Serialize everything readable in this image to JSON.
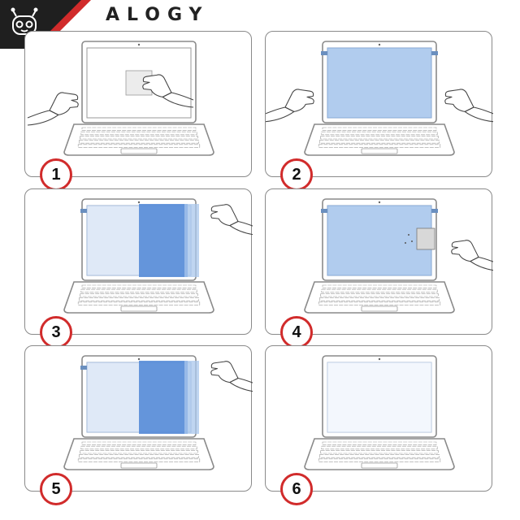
{
  "brand": {
    "name": "ALOGY"
  },
  "colors": {
    "accent": "#d12b2b",
    "filter": "#a9c7ec",
    "filter_dark": "#4f86d6",
    "outline": "#8a8a8a"
  },
  "icons": {
    "corner_logo": "robot-face-icon",
    "hand": "hand-icon"
  },
  "steps": [
    {
      "number": "1",
      "filter": "none",
      "hands": "cleaning"
    },
    {
      "number": "2",
      "filter": "full",
      "hands": "positioning"
    },
    {
      "number": "3",
      "filter": "peeling",
      "hands": "tab-pull"
    },
    {
      "number": "4",
      "filter": "full",
      "hands": "squeegee"
    },
    {
      "number": "5",
      "filter": "peeling",
      "hands": "tab-pull"
    },
    {
      "number": "6",
      "filter": "applied",
      "hands": "none"
    }
  ]
}
